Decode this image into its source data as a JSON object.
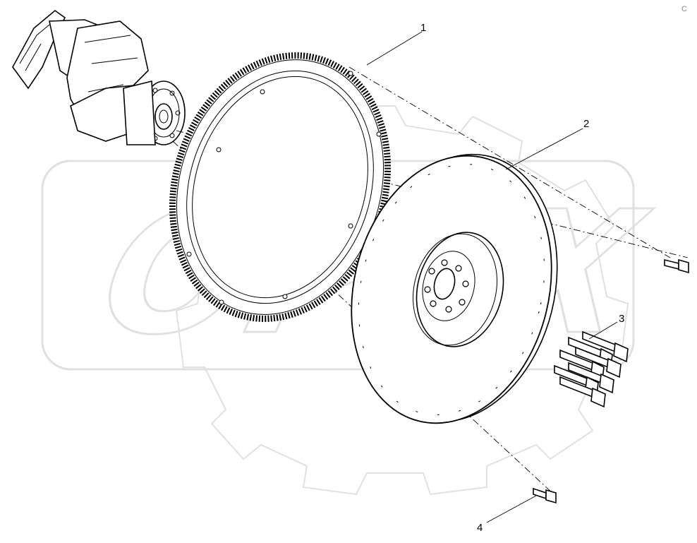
{
  "diagram": {
    "watermark": "OPEX",
    "callouts": {
      "ring_gear": "1",
      "flywheel": "2",
      "flywheel_bolts": "3",
      "single_bolt": "4"
    },
    "corner_mark": "C"
  }
}
